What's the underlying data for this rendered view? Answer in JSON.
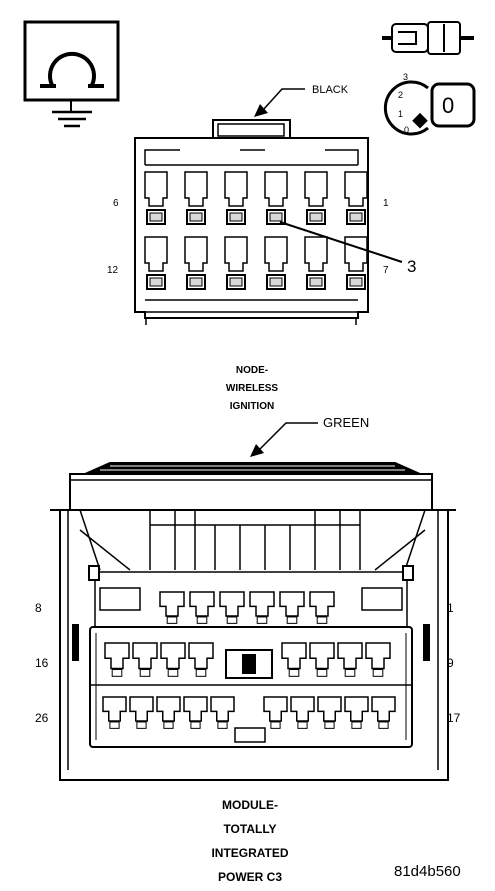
{
  "connector_top": {
    "color_label": "BLACK",
    "pin_left_top": "6",
    "pin_right_top": "1",
    "pin_left_bottom": "12",
    "pin_right_bottom": "7",
    "callout_number": "3",
    "name_lines": [
      "NODE-",
      "WIRELESS",
      "IGNITION"
    ]
  },
  "connector_bottom": {
    "color_label": "GREEN",
    "row1_left": "8",
    "row1_right": "1",
    "row2_left": "16",
    "row2_right": "9",
    "row3_left": "26",
    "row3_right": "17",
    "name_lines": [
      "MODULE-",
      "TOTALLY",
      "INTEGRATED",
      "POWER C3"
    ]
  },
  "ignition_key": {
    "positions": [
      "3",
      "2",
      "1",
      "0"
    ],
    "key_label": "0"
  },
  "image_code": "81d4b560"
}
